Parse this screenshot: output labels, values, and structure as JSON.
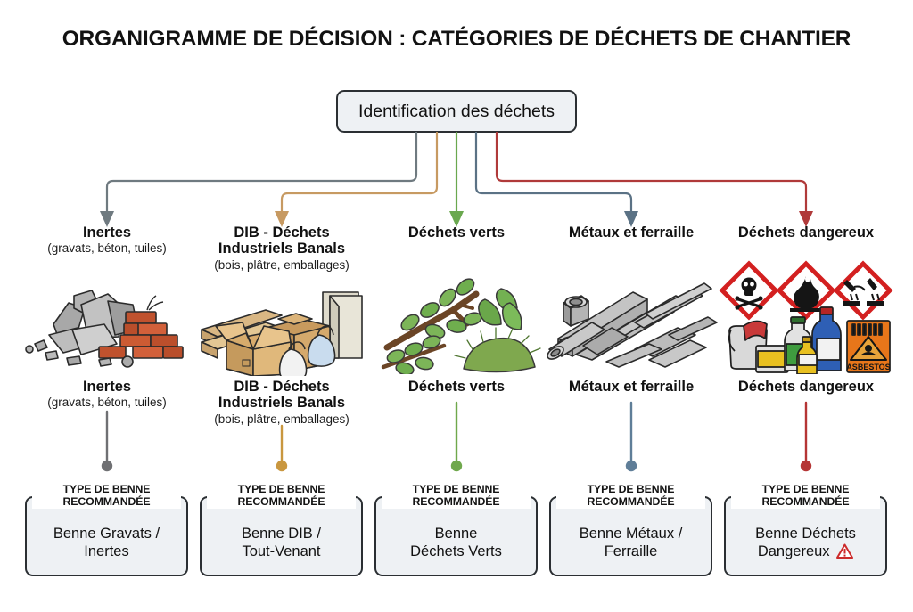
{
  "page": {
    "title": "ORGANIGRAMME DE DÉCISION : CATÉGORIES DE DÉCHETS DE CHANTIER",
    "background_color": "#ffffff",
    "box_fill_color": "#eef1f4",
    "box_border_color": "#2b2f33"
  },
  "root": {
    "label": "Identification des déchets"
  },
  "legend_label": "TYPE DE BENNE\nRECOMMANDÉE",
  "branches": [
    {
      "id": "inertes",
      "connector_color": "#6f7a80",
      "dot_color": "#6f7073",
      "title": "Inertes",
      "subtitle": "(gravats, béton, tuiles)",
      "title_repeat": "Inertes",
      "subtitle_repeat": "(gravats, béton, tuiles)",
      "illustration": "rubble-bricks-illustration",
      "rec_legend_line1": "TYPE DE BENNE",
      "rec_legend_line2": "RECOMMANDÉE",
      "rec_line1": "Benne Gravats /",
      "rec_line2": "Inertes",
      "warning": false
    },
    {
      "id": "dib",
      "connector_color": "#c79a62",
      "dot_color": "#c9973f",
      "title": "DIB - Déchets\nIndustriels Banals",
      "title_line1": "DIB - Déchets",
      "title_line2": "Industriels Banals",
      "subtitle": "(bois, plâtre, emballages)",
      "title_repeat_line1": "DIB - Déchets",
      "title_repeat_line2": "Industriels Banals",
      "subtitle_repeat": "(bois, plâtre, emballages)",
      "illustration": "cardboard-wood-bags-illustration",
      "rec_legend_line1": "TYPE DE BENNE",
      "rec_legend_line2": "RECOMMANDÉE",
      "rec_line1": "Benne DIB /",
      "rec_line2": "Tout-Venant",
      "warning": false
    },
    {
      "id": "verts",
      "connector_color": "#6aa84f",
      "dot_color": "#6fa84c",
      "title": "Déchets verts",
      "subtitle": "",
      "title_repeat": "Déchets verts",
      "subtitle_repeat": "",
      "illustration": "branches-leaves-illustration",
      "rec_legend_line1": "TYPE DE BENNE",
      "rec_legend_line2": "RECOMMANDÉE",
      "rec_line1": "Benne",
      "rec_line2": "Déchets Verts",
      "warning": false
    },
    {
      "id": "metaux",
      "connector_color": "#5b7285",
      "dot_color": "#5f7e98",
      "title": "Métaux et ferraille",
      "subtitle": "",
      "title_repeat": "Métaux et ferraille",
      "subtitle_repeat": "",
      "illustration": "metal-pipes-beams-illustration",
      "rec_legend_line1": "TYPE DE BENNE",
      "rec_legend_line2": "RECOMMANDÉE",
      "rec_line1": "Benne Métaux /",
      "rec_line2": "Ferraille",
      "warning": false
    },
    {
      "id": "dangereux",
      "connector_color": "#b03a3a",
      "dot_color": "#b53535",
      "title": "Déchets dangereux",
      "subtitle": "",
      "title_repeat": "Déchets dangereux",
      "subtitle_repeat": "",
      "illustration": "hazard-pictograms-chemicals-illustration",
      "hazard_pictograms": [
        "skull-crossbones-icon",
        "flame-icon",
        "corrosive-icon"
      ],
      "asbestos_label": "ASBESTOS",
      "rec_legend_line1": "TYPE DE BENNE",
      "rec_legend_line2": "RECOMMANDÉE",
      "rec_line1": "Benne Déchets",
      "rec_line2": "Dangereux",
      "warning": true,
      "warning_icon": "warning-triangle-icon",
      "warning_color": "#cc2b2b"
    }
  ]
}
